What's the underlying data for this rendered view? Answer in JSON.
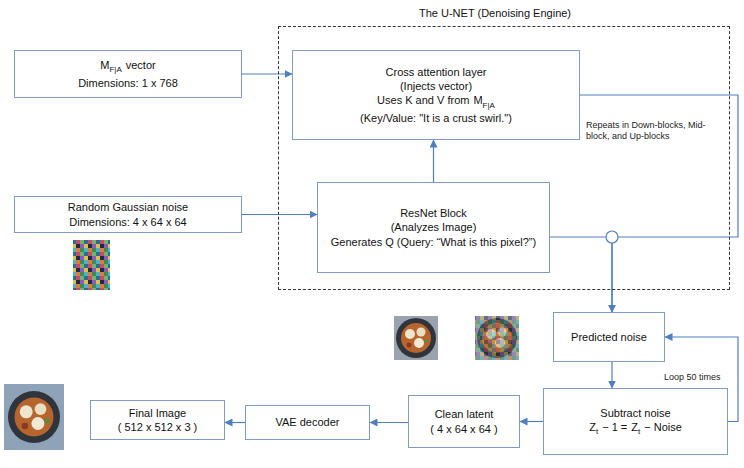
{
  "diagram": {
    "nodes": [
      {
        "text": [
          "The U-NET (Denoising Engine)"
        ]
      },
      {
        "text": [
          "M",
          "F|A",
          "vector",
          "Dimensions: 1 x 768"
        ]
      },
      {
        "text": [
          "Cross attention layer",
          "(Injects vector)",
          "Uses K and V from",
          "M",
          "F|A",
          "(Key/Value: \"It is a crust swirl.\")"
        ],
        "in": 0
      },
      {
        "text": [
          "Random Gaussian noise",
          "Dimensions: 4 x 64 x 64"
        ]
      },
      {
        "text": [
          "ResNet Block",
          "(Analyzes Image)",
          "Generates Q (Query: “What is this pixel?”)"
        ],
        "in": 0
      },
      {
        "text": [
          "Predicted noise"
        ]
      },
      {
        "text": [
          "Subtract noise",
          "Z",
          "t",
          "− 1 =",
          "Z",
          "t",
          "− Noise"
        ]
      },
      {
        "text": [
          "Clean latent",
          "( 4 x 64 x 64 )"
        ]
      },
      {
        "text": [
          "VAE decoder"
        ]
      },
      {
        "text": [
          "Final Image",
          "( 512 x 512 x 3 )"
        ]
      }
    ],
    "edges": [
      {
        "from": 1,
        "to": 2,
        "arrow": "to"
      },
      {
        "from": 3,
        "to": 4,
        "arrow": "to"
      },
      {
        "from": 4,
        "to": 2,
        "arrow": "to"
      },
      {
        "from": 4,
        "to": 5,
        "arrow": "to"
      },
      {
        "from": 2,
        "to": 5,
        "arrow": "to"
      },
      {
        "from": 5,
        "to": 6,
        "arrow": "to"
      },
      {
        "from": 6,
        "to": 5,
        "arrow": "to"
      },
      {
        "from": 6,
        "to": 7,
        "arrow": "to"
      },
      {
        "from": 7,
        "to": 8,
        "arrow": "to"
      },
      {
        "from": 8,
        "to": 9,
        "arrow": "to"
      }
    ],
    "labels": [
      "Repeats in Down-blocks, Mid-block, and Up-blocks",
      "Loop 50 times"
    ]
  }
}
